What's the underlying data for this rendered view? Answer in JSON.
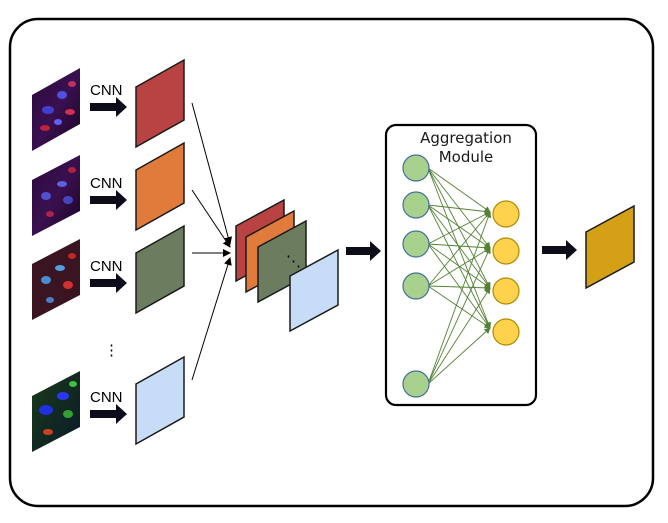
{
  "diagram": {
    "cnn_labels": [
      "CNN",
      "CNN",
      "CNN",
      "CNN"
    ],
    "ellipsis_vertical": "⋮",
    "stack_ellipsis": "⋱",
    "aggregation_title_line1": "Aggregation",
    "aggregation_title_line2": "Module",
    "colors": {
      "red_map": "#b94343",
      "orange_map": "#e07b3c",
      "green_map": "#6b7d5e",
      "blue_map": "#c7dcf7",
      "output_map": "#d4a015",
      "input_node": "#a9d18e",
      "output_node": "#ffd24d",
      "edge": "#548235"
    },
    "icons": [
      "microscopy-image-icon",
      "arrow-right-icon",
      "feature-map-icon"
    ]
  }
}
